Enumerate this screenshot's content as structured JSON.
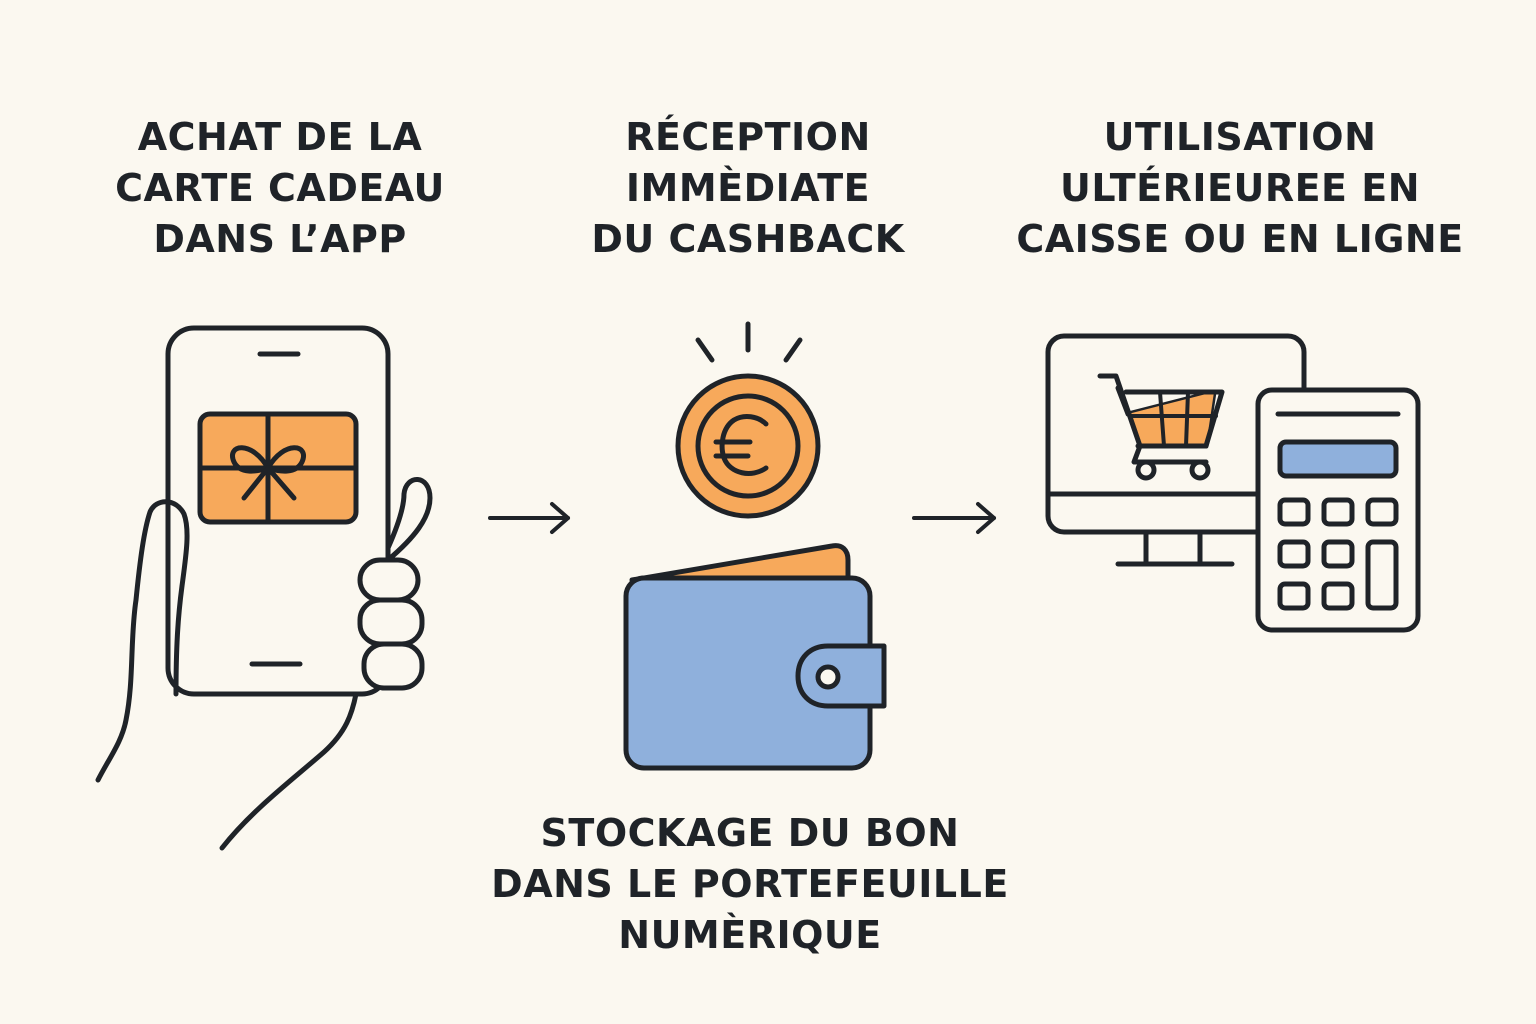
{
  "steps": [
    {
      "lines": [
        "ACHAT DE LA",
        "CARTE CADEAU",
        "DANS L’APP"
      ]
    },
    {
      "lines": [
        "RÉCEPTION",
        "IMMÈDIATE",
        "DU CASHBACK"
      ]
    },
    {
      "lines": [
        "UTILISATION",
        "ULTÉRIEUREE EN",
        "CAISSE OU EN LIGNE"
      ]
    }
  ],
  "wallet_caption": {
    "lines": [
      "STOCKAGE DU BON",
      "DANS LE PORTEFEUILLE",
      "NUMÈRIQUE"
    ]
  },
  "icons": {
    "step1": [
      "hand-holding-phone-icon",
      "gift-card-icon"
    ],
    "step2": [
      "euro-coin-icon",
      "wallet-icon"
    ],
    "step3": [
      "computer-monitor-icon",
      "shopping-cart-icon",
      "calculator-icon"
    ],
    "connectors": [
      "arrow-right-icon",
      "arrow-right-icon"
    ]
  },
  "colors": {
    "background": "#fbf8f0",
    "outline": "#1f2328",
    "orange_accent": "#f7a95b",
    "blue_accent": "#8fb0dc"
  },
  "coin_symbol": "€"
}
